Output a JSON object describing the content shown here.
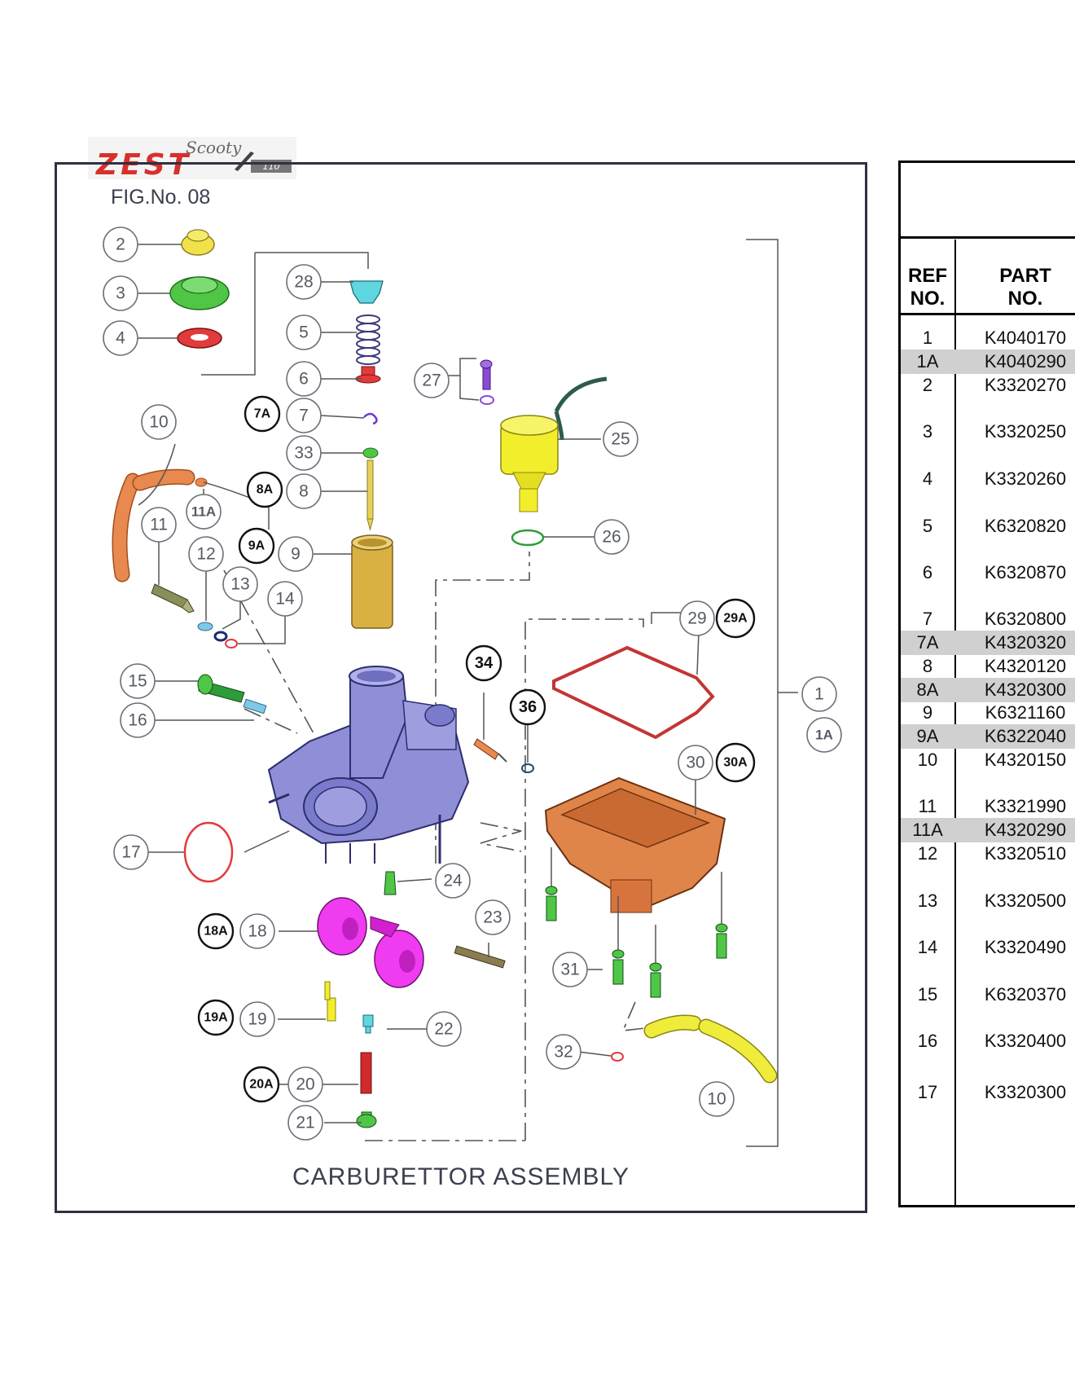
{
  "figure": {
    "logo_text": "Scooty Zest 110",
    "fig_no": "FIG.No. 08",
    "caption": "CARBURETTOR ASSEMBLY",
    "callouts": [
      "1",
      "1A",
      "2",
      "3",
      "4",
      "5",
      "6",
      "7",
      "7A",
      "8",
      "8A",
      "9",
      "9A",
      "10",
      "10",
      "11",
      "11A",
      "12",
      "13",
      "14",
      "15",
      "16",
      "17",
      "18",
      "18A",
      "19",
      "19A",
      "20",
      "20A",
      "21",
      "22",
      "23",
      "24",
      "25",
      "26",
      "27",
      "28",
      "29",
      "29A",
      "30",
      "30A",
      "31",
      "32",
      "33",
      "34",
      "36"
    ]
  },
  "table": {
    "header": {
      "ref": "REF NO.",
      "ref_line1": "REF",
      "ref_line2": "NO.",
      "part_line1": "PART",
      "part_line2": "NO."
    },
    "rows": [
      {
        "ref": "1",
        "part": "K4040170",
        "shaded": false
      },
      {
        "ref": "1A",
        "part": "K4040290",
        "shaded": true
      },
      {
        "ref": "2",
        "part": "K3320270",
        "shaded": false
      },
      {
        "ref": "3",
        "part": "K3320250",
        "shaded": false
      },
      {
        "ref": "4",
        "part": "K3320260",
        "shaded": false
      },
      {
        "ref": "5",
        "part": "K6320820",
        "shaded": false
      },
      {
        "ref": "6",
        "part": "K6320870",
        "shaded": false
      },
      {
        "ref": "7",
        "part": "K6320800",
        "shaded": false
      },
      {
        "ref": "7A",
        "part": "K4320320",
        "shaded": true
      },
      {
        "ref": "8",
        "part": "K4320120",
        "shaded": false
      },
      {
        "ref": "8A",
        "part": "K4320300",
        "shaded": true
      },
      {
        "ref": "9",
        "part": "K6321160",
        "shaded": false
      },
      {
        "ref": "9A",
        "part": "K6322040",
        "shaded": true
      },
      {
        "ref": "10",
        "part": "K4320150",
        "shaded": false
      },
      {
        "ref": "11",
        "part": "K3321990",
        "shaded": false
      },
      {
        "ref": "11A",
        "part": "K4320290",
        "shaded": true
      },
      {
        "ref": "12",
        "part": "K3320510",
        "shaded": false
      },
      {
        "ref": "13",
        "part": "K3320500",
        "shaded": false
      },
      {
        "ref": "14",
        "part": "K3320490",
        "shaded": false
      },
      {
        "ref": "15",
        "part": "K6320370",
        "shaded": false
      },
      {
        "ref": "16",
        "part": "K3320400",
        "shaded": false
      },
      {
        "ref": "17",
        "part": "K3320300",
        "shaded": false
      }
    ]
  },
  "colors": {
    "body": "#8f8fd8",
    "float_bowl": "#e0854a",
    "needle_slide": "#d9b143",
    "solenoid": "#f2ee2c",
    "float": "#f03cf0",
    "green_parts": "#4fc646",
    "red_parts": "#e23b3b",
    "hose": "#e8894f",
    "yellow_hose": "#f0ec3c"
  }
}
